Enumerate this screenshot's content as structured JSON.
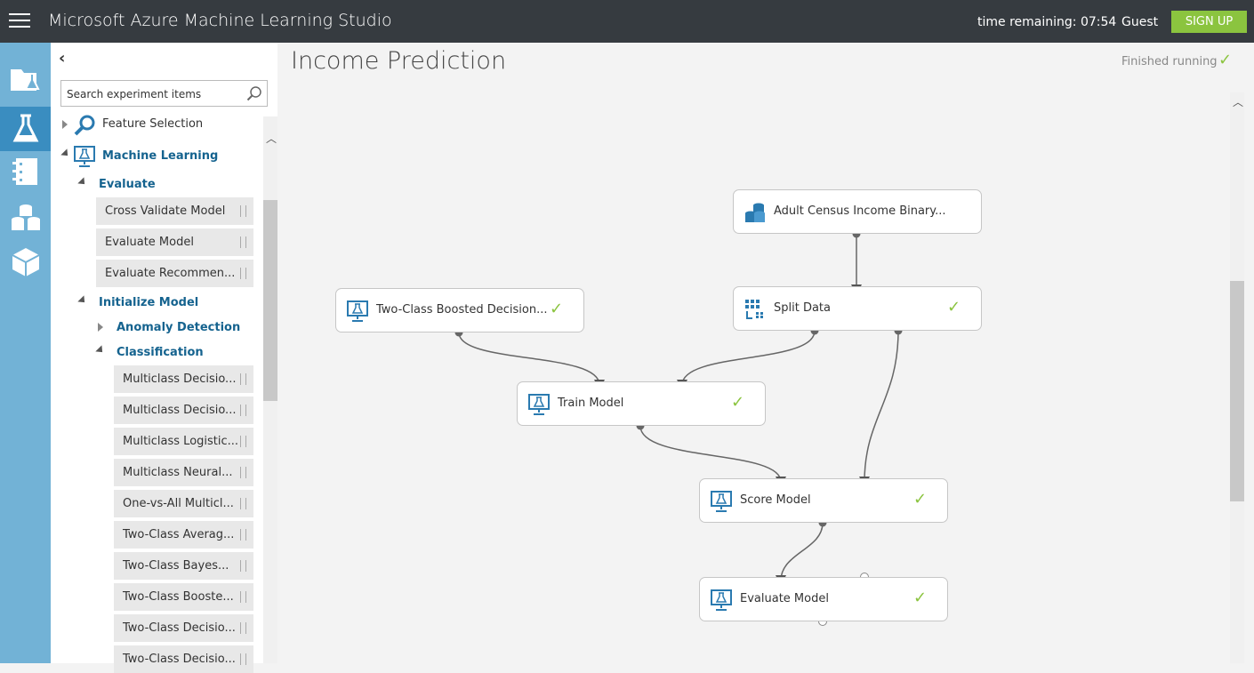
{
  "header": {
    "app_title": "Microsoft Azure Machine Learning Studio",
    "time_remaining": "time remaining: 07:54",
    "user": "Guest",
    "signup_label": "SIGN UP"
  },
  "rail": {
    "items": [
      {
        "icon": "projects-icon"
      },
      {
        "icon": "experiments-icon",
        "active": true
      },
      {
        "icon": "notebooks-icon"
      },
      {
        "icon": "datasets-icon"
      },
      {
        "icon": "trained-models-icon"
      }
    ]
  },
  "palette": {
    "search_placeholder": "Search experiment items",
    "feature_selection": "Feature Selection",
    "machine_learning": "Machine Learning",
    "evaluate": "Evaluate",
    "evaluate_items": [
      "Cross Validate Model",
      "Evaluate Model",
      "Evaluate Recommen..."
    ],
    "initialize_model": "Initialize Model",
    "anomaly_detection": "Anomaly Detection",
    "classification": "Classification",
    "classification_items": [
      "Multiclass Decisio...",
      "Multiclass Decisio...",
      "Multiclass Logistic...",
      "Multiclass Neural...",
      "One-vs-All Multicl...",
      "Two-Class Averag...",
      "Two-Class Bayes...",
      "Two-Class Booste...",
      "Two-Class Decisio...",
      "Two-Class Decisio..."
    ]
  },
  "experiment": {
    "title": "Income Prediction",
    "status": "Finished running",
    "nodes": {
      "dataset": "Adult Census Income Binary...",
      "boosted": "Two-Class Boosted Decision...",
      "split": "Split Data",
      "train": "Train Model",
      "score": "Score Model",
      "evaluate": "Evaluate Model"
    },
    "check_symbol": "✓"
  },
  "colors": {
    "topbar": "#363b40",
    "rail": "#72b2d6",
    "rail_active": "#3a8dc0",
    "accent_green": "#8bc43f",
    "category_blue": "#15638f"
  }
}
